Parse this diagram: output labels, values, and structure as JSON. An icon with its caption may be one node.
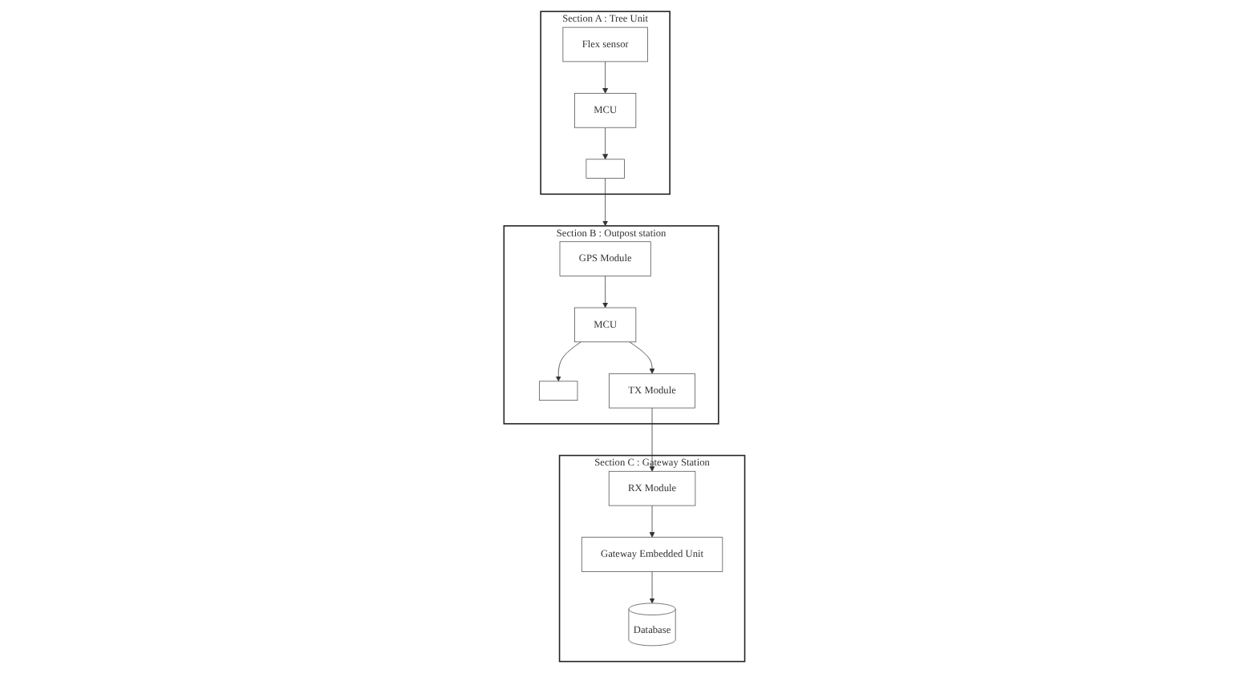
{
  "diagram": {
    "nodes": [
      {
        "text": [
          "Section A : Tree Unit"
        ]
      },
      {
        "text": [
          "Flex sensor"
        ],
        "in": 0
      },
      {
        "text": [
          "MCU"
        ],
        "in": 0
      },
      {
        "text": [],
        "shape": "box",
        "in": 0
      },
      {
        "text": [
          "Section B : Outpost station"
        ]
      },
      {
        "text": [
          "GPS Module"
        ],
        "in": 4
      },
      {
        "text": [
          "MCU"
        ],
        "in": 4
      },
      {
        "text": [],
        "shape": "box",
        "in": 4
      },
      {
        "text": [
          "TX Module"
        ],
        "in": 4
      },
      {
        "text": [
          "Section C : Gateway Station"
        ]
      },
      {
        "text": [
          "RX Module"
        ],
        "in": 9
      },
      {
        "text": [
          "Gateway Embedded Unit"
        ],
        "in": 9
      },
      {
        "text": [
          "Database"
        ],
        "in": 9
      }
    ],
    "edges": [
      {
        "from": 1,
        "to": 2,
        "arrow": "to"
      },
      {
        "from": 2,
        "to": 3,
        "arrow": "to"
      },
      {
        "from": 3,
        "to": 4,
        "arrow": "to"
      },
      {
        "from": 5,
        "to": 6,
        "arrow": "to"
      },
      {
        "from": 6,
        "to": 7,
        "arrow": "to"
      },
      {
        "from": 6,
        "to": 8,
        "arrow": "to"
      },
      {
        "from": 8,
        "to": 10,
        "arrow": "to"
      },
      {
        "from": 10,
        "to": 11,
        "arrow": "to"
      },
      {
        "from": 11,
        "to": 12,
        "arrow": "to"
      }
    ]
  }
}
